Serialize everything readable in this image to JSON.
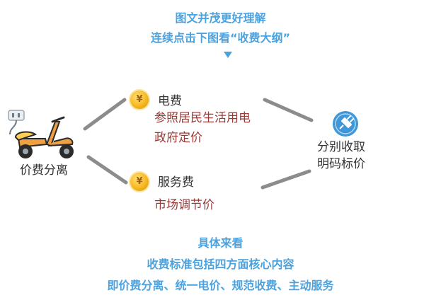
{
  "header": {
    "line1": "图文并茂更好理解",
    "line2": "连续点击下图看“收费大纲”"
  },
  "center": {
    "left_label": "价费分离",
    "right_label_line1": "分别收取",
    "right_label_line2": "明码标价"
  },
  "items": [
    {
      "title": "电费",
      "coin_symbol": "¥",
      "desc_lines": [
        "参照居民生活用电",
        "政府定价"
      ]
    },
    {
      "title": "服务费",
      "coin_symbol": "¥",
      "desc_lines": [
        "市场调节价"
      ]
    }
  ],
  "footer": {
    "line1": "具体来看",
    "line2": "收费标准包括四方面核心内容",
    "line3": "即价费分离、统一电价、规范收费、主动服务"
  },
  "colors": {
    "accent_blue": "#4aa3e0",
    "desc_red": "#9b3a36",
    "connector_gray": "#8c8c8c",
    "scooter_orange": "#f0a040",
    "coin_gold": "#f6b820"
  },
  "icons": {
    "scooter": "scooter-icon",
    "charger": "charger-plug-icon",
    "coin": "yuan-coin-icon"
  }
}
